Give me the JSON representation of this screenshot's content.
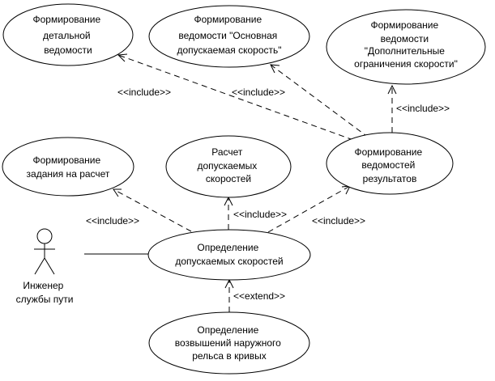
{
  "actor": {
    "name_lines": [
      "Инженер",
      "службы пути"
    ]
  },
  "use_cases": {
    "detailed_statement": [
      "Формирование",
      "детальной",
      "ведомости"
    ],
    "main_speed_statement": [
      "Формирование",
      "ведомости \"Основная",
      "допускаемая скорость\""
    ],
    "extra_limits_statement": [
      "Формирование",
      "ведомости",
      "\"Дополнительные",
      "ограничения скорости\""
    ],
    "calc_task": [
      "Формирование",
      "задания на расчет"
    ],
    "speed_calc": [
      "Расчет",
      "допускаемых",
      "скоростей"
    ],
    "result_statements": [
      "Формирование",
      "ведомостей",
      "результатов"
    ],
    "determine_speeds": [
      "Определение",
      "допускаемых скоростей"
    ],
    "rail_elevation": [
      "Определение",
      "возвышений наружного",
      "рельса в кривых"
    ]
  },
  "stereotypes": {
    "include_to_detailed": "<<include>>",
    "include_to_main_speed": "<<include>>",
    "include_to_extra_limits": "<<include>>",
    "include_to_calc_task": "<<include>>",
    "include_to_speed_calc": "<<include>>",
    "include_to_result_statements": "<<include>>",
    "extend_rail_elevation": "<<extend>>"
  }
}
